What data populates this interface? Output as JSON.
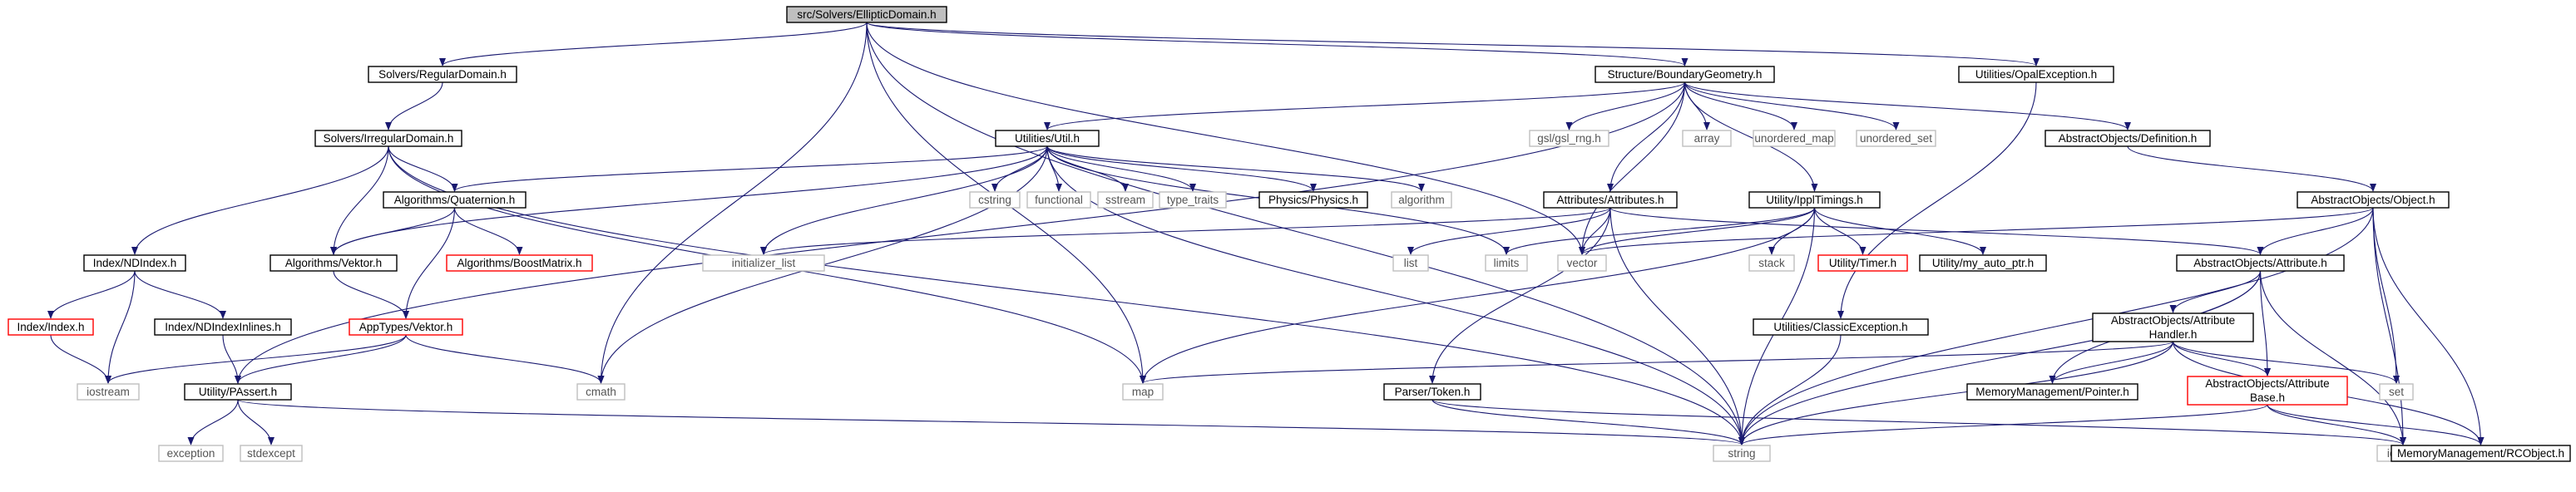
{
  "colors": {
    "edge": "#191970",
    "root_fill": "#bfbfbf",
    "node_border": "#000000",
    "external_border": "#bfbfbf",
    "external_text": "#555555",
    "truncated_border": "#ff0000",
    "text": "#000000"
  },
  "nodes": [
    {
      "id": "root",
      "label": "src/Solvers/EllipticDomain.h",
      "kind": "root"
    },
    {
      "id": "regulardomain",
      "label": "Solvers/RegularDomain.h",
      "kind": "normal"
    },
    {
      "id": "irregulardomain",
      "label": "Solvers/IrregularDomain.h",
      "kind": "normal"
    },
    {
      "id": "boundarygeometry",
      "label": "Structure/BoundaryGeometry.h",
      "kind": "normal"
    },
    {
      "id": "opalexception",
      "label": "Utilities/OpalException.h",
      "kind": "normal"
    },
    {
      "id": "utilh",
      "label": "Utilities/Util.h",
      "kind": "normal"
    },
    {
      "id": "gslrng",
      "label": "gsl/gsl_rng.h",
      "kind": "external"
    },
    {
      "id": "array",
      "label": "array",
      "kind": "external"
    },
    {
      "id": "unorderedmap",
      "label": "unordered_map",
      "kind": "external"
    },
    {
      "id": "unorderedset",
      "label": "unordered_set",
      "kind": "external"
    },
    {
      "id": "definition",
      "label": "AbstractObjects/Definition.h",
      "kind": "normal"
    },
    {
      "id": "quaternion",
      "label": "Algorithms/Quaternion.h",
      "kind": "normal"
    },
    {
      "id": "cstring",
      "label": "cstring",
      "kind": "external"
    },
    {
      "id": "functional",
      "label": "functional",
      "kind": "external"
    },
    {
      "id": "sstream",
      "label": "sstream",
      "kind": "external"
    },
    {
      "id": "typetraits",
      "label": "type_traits",
      "kind": "external"
    },
    {
      "id": "physics",
      "label": "Physics/Physics.h",
      "kind": "normal"
    },
    {
      "id": "algorithm",
      "label": "algorithm",
      "kind": "external"
    },
    {
      "id": "attributes",
      "label": "Attributes/Attributes.h",
      "kind": "normal"
    },
    {
      "id": "ippltimings",
      "label": "Utility/IpplTimings.h",
      "kind": "normal"
    },
    {
      "id": "objecth",
      "label": "AbstractObjects/Object.h",
      "kind": "normal"
    },
    {
      "id": "ndindex",
      "label": "Index/NDIndex.h",
      "kind": "normal"
    },
    {
      "id": "vektor",
      "label": "Algorithms/Vektor.h",
      "kind": "normal"
    },
    {
      "id": "boostmatrix",
      "label": "Algorithms/BoostMatrix.h",
      "kind": "truncated"
    },
    {
      "id": "initlist",
      "label": "initializer_list",
      "kind": "external"
    },
    {
      "id": "list",
      "label": "list",
      "kind": "external"
    },
    {
      "id": "limits",
      "label": "limits",
      "kind": "external"
    },
    {
      "id": "vector",
      "label": "vector",
      "kind": "external"
    },
    {
      "id": "stack",
      "label": "stack",
      "kind": "external"
    },
    {
      "id": "timerh",
      "label": "Utility/Timer.h",
      "kind": "truncated"
    },
    {
      "id": "myautoptr",
      "label": "Utility/my_auto_ptr.h",
      "kind": "normal"
    },
    {
      "id": "attributeh",
      "label": "AbstractObjects/Attribute.h",
      "kind": "normal"
    },
    {
      "id": "indexh",
      "label": "Index/Index.h",
      "kind": "truncated"
    },
    {
      "id": "ndindexinlines",
      "label": "Index/NDIndexInlines.h",
      "kind": "normal"
    },
    {
      "id": "apptypesvektor",
      "label": "AppTypes/Vektor.h",
      "kind": "truncated"
    },
    {
      "id": "classicexception",
      "label": "Utilities/ClassicException.h",
      "kind": "normal"
    },
    {
      "id": "attrhandler",
      "label": [
        "AbstractObjects/Attribute",
        "Handler.h"
      ],
      "kind": "normal"
    },
    {
      "id": "iostream",
      "label": "iostream",
      "kind": "external"
    },
    {
      "id": "passert",
      "label": "Utility/PAssert.h",
      "kind": "normal"
    },
    {
      "id": "cmath",
      "label": "cmath",
      "kind": "external"
    },
    {
      "id": "map",
      "label": "map",
      "kind": "external"
    },
    {
      "id": "tokenh",
      "label": "Parser/Token.h",
      "kind": "normal"
    },
    {
      "id": "pointerh",
      "label": "MemoryManagement/Pointer.h",
      "kind": "normal"
    },
    {
      "id": "attrbase",
      "label": [
        "AbstractObjects/Attribute",
        "Base.h"
      ],
      "kind": "truncated"
    },
    {
      "id": "set",
      "label": "set",
      "kind": "external"
    },
    {
      "id": "exception",
      "label": "exception",
      "kind": "external"
    },
    {
      "id": "stdexcept",
      "label": "stdexcept",
      "kind": "external"
    },
    {
      "id": "string",
      "label": "string",
      "kind": "external"
    },
    {
      "id": "iosfwd",
      "label": "iosfwd",
      "kind": "external"
    },
    {
      "id": "rcobject",
      "label": "MemoryManagement/RCObject.h",
      "kind": "normal"
    }
  ],
  "edges": [
    [
      "root",
      "regulardomain"
    ],
    [
      "root",
      "boundarygeometry"
    ],
    [
      "root",
      "opalexception"
    ],
    [
      "root",
      "cmath"
    ],
    [
      "root",
      "map"
    ],
    [
      "root",
      "string"
    ],
    [
      "root",
      "vector"
    ],
    [
      "regulardomain",
      "irregulardomain"
    ],
    [
      "irregulardomain",
      "quaternion"
    ],
    [
      "irregulardomain",
      "ndindex"
    ],
    [
      "irregulardomain",
      "vektor"
    ],
    [
      "irregulardomain",
      "map"
    ],
    [
      "irregulardomain",
      "string"
    ],
    [
      "boundarygeometry",
      "utilh"
    ],
    [
      "boundarygeometry",
      "gslrng"
    ],
    [
      "boundarygeometry",
      "array"
    ],
    [
      "boundarygeometry",
      "unorderedmap"
    ],
    [
      "boundarygeometry",
      "unorderedset"
    ],
    [
      "boundarygeometry",
      "definition"
    ],
    [
      "boundarygeometry",
      "attributes"
    ],
    [
      "boundarygeometry",
      "ippltimings"
    ],
    [
      "boundarygeometry",
      "vector"
    ],
    [
      "boundarygeometry",
      "passert"
    ],
    [
      "opalexception",
      "classicexception"
    ],
    [
      "utilh",
      "quaternion"
    ],
    [
      "utilh",
      "vektor"
    ],
    [
      "utilh",
      "cstring"
    ],
    [
      "utilh",
      "functional"
    ],
    [
      "utilh",
      "sstream"
    ],
    [
      "utilh",
      "typetraits"
    ],
    [
      "utilh",
      "physics"
    ],
    [
      "utilh",
      "algorithm"
    ],
    [
      "utilh",
      "initlist"
    ],
    [
      "utilh",
      "limits"
    ],
    [
      "utilh",
      "cmath"
    ],
    [
      "utilh",
      "string"
    ],
    [
      "definition",
      "objecth"
    ],
    [
      "quaternion",
      "vektor"
    ],
    [
      "quaternion",
      "boostmatrix"
    ],
    [
      "quaternion",
      "apptypesvektor"
    ],
    [
      "attributes",
      "attributeh"
    ],
    [
      "attributes",
      "tokenh"
    ],
    [
      "attributes",
      "string"
    ],
    [
      "attributes",
      "vector"
    ],
    [
      "attributes",
      "list"
    ],
    [
      "attributes",
      "initlist"
    ],
    [
      "ippltimings",
      "timerh"
    ],
    [
      "ippltimings",
      "myautoptr"
    ],
    [
      "ippltimings",
      "stack"
    ],
    [
      "ippltimings",
      "map"
    ],
    [
      "ippltimings",
      "string"
    ],
    [
      "ippltimings",
      "limits"
    ],
    [
      "ippltimings",
      "vector"
    ],
    [
      "objecth",
      "attributeh"
    ],
    [
      "objecth",
      "set"
    ],
    [
      "objecth",
      "string"
    ],
    [
      "objecth",
      "vector"
    ],
    [
      "objecth",
      "iosfwd"
    ],
    [
      "objecth",
      "rcobject"
    ],
    [
      "ndindex",
      "indexh"
    ],
    [
      "ndindex",
      "ndindexinlines"
    ],
    [
      "ndindex",
      "iostream"
    ],
    [
      "vektor",
      "apptypesvektor"
    ],
    [
      "ndindexinlines",
      "passert"
    ],
    [
      "apptypesvektor",
      "passert"
    ],
    [
      "apptypesvektor",
      "iostream"
    ],
    [
      "apptypesvektor",
      "cmath"
    ],
    [
      "indexh",
      "iostream"
    ],
    [
      "passert",
      "exception"
    ],
    [
      "passert",
      "stdexcept"
    ],
    [
      "passert",
      "string"
    ],
    [
      "attributeh",
      "attrhandler"
    ],
    [
      "attributeh",
      "attrbase"
    ],
    [
      "attributeh",
      "pointerh"
    ],
    [
      "attributeh",
      "string"
    ],
    [
      "attributeh",
      "iosfwd"
    ],
    [
      "attrhandler",
      "attrbase"
    ],
    [
      "attrhandler",
      "pointerh"
    ],
    [
      "attrhandler",
      "map"
    ],
    [
      "attrhandler",
      "set"
    ],
    [
      "attrhandler",
      "string"
    ],
    [
      "attrhandler",
      "rcobject"
    ],
    [
      "attrbase",
      "string"
    ],
    [
      "attrbase",
      "iosfwd"
    ],
    [
      "attrbase",
      "rcobject"
    ],
    [
      "classicexception",
      "string"
    ],
    [
      "tokenh",
      "string"
    ],
    [
      "tokenh",
      "iosfwd"
    ]
  ]
}
